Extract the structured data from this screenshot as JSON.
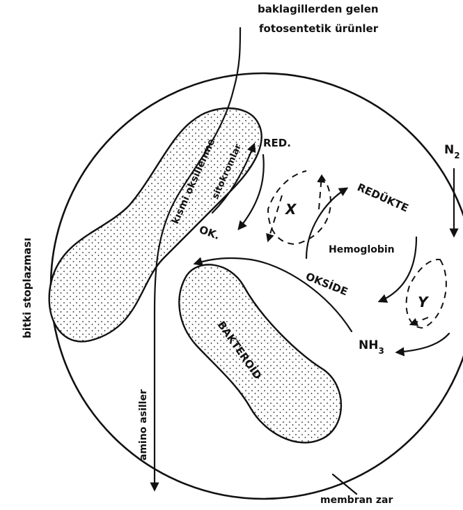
{
  "labels": {
    "top_line1": "baklagillerden gelen",
    "top_line2": "fotosentetik ürünler",
    "n2_base": "N",
    "n2_sub": "2",
    "cytoplasm": "bitki stoplazması",
    "partial_oxidation": "kısmi oksillenme",
    "cytochromes": "sitokromlar",
    "red": "RED.",
    "ok": "OK.",
    "x": "X",
    "y": "Y",
    "reduced": "REDÜKTE",
    "hemoglobin": "Hemoglobin",
    "oxidized": "OKSİDE",
    "nh3_base": "NH",
    "nh3_sub": "3",
    "bacteroid": "BAKTEROİD",
    "amino_acids": "amino asiller",
    "membrane": "membran zar"
  },
  "colors": {
    "ink": "#111111",
    "background": "#ffffff"
  }
}
